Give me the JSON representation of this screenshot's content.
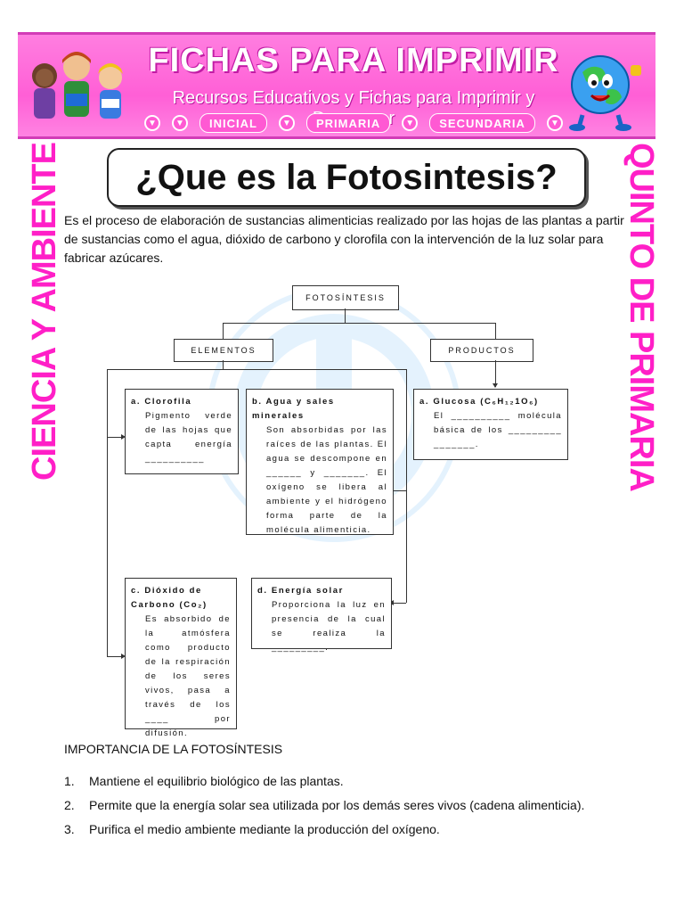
{
  "header": {
    "title": "FICHAS PARA IMPRIMIR",
    "subtitle": "Recursos Educativos y Fichas para Imprimir y Descargar",
    "nav": [
      "INICIAL",
      "PRIMARIA",
      "SECUNDARIA"
    ]
  },
  "side": {
    "left": "CIENCIA Y AMBIENTE",
    "right": "QUINTO DE PRIMARIA"
  },
  "title": "¿Que es la Fotosintesis?",
  "intro": "Es el proceso de elaboración de sustancias alimenticias realizado por las hojas de las plantas a partir de sustancias como el agua, dióxido de carbono y clorofila con la intervención  de la luz solar para fabricar azúcares.",
  "diagram": {
    "root": "FOTOSÍNTESIS",
    "elements": "ELEMENTOS",
    "products": "PRODUCTOS",
    "a": {
      "title": "a. Clorofila",
      "body": "Pigmento verde de las hojas que capta energía __________"
    },
    "b": {
      "title": "b. Agua y sales minerales",
      "body": "Son absorbidas por las raíces de las plantas. El agua se descompone en ______ y _______. El oxígeno se libera al ambiente y el hidrógeno forma parte de la molécula alimenticia."
    },
    "c": {
      "title": "c. Dióxido de Carbono (Co₂)",
      "body": "Es absorbido de la atmósfera como producto de la respiración de los seres vivos, pasa a través de los ____ por difusión."
    },
    "d": {
      "title": "d. Energía solar",
      "body": "Proporciona la luz en presencia de la cual se realiza la _________."
    },
    "glucose": {
      "title": "a. Glucosa (C₆H₁₂1O₆)",
      "body": "El __________ molécula básica de los _________ _______."
    }
  },
  "importance": {
    "heading": "IMPORTANCIA DE LA FOTOSÍNTESIS",
    "items": [
      {
        "n": "1.",
        "text": "Mantiene el equilibrio biológico de las plantas."
      },
      {
        "n": "2.",
        "text": "Permite que la energía solar sea utilizada por los demás seres vivos (cadena alimenticia)."
      },
      {
        "n": "3.",
        "text": "Purifica el medio ambiente mediante la producción del oxígeno."
      }
    ]
  },
  "colors": {
    "banner": "#ff5fd6",
    "side_text": "#ff1fc7"
  }
}
